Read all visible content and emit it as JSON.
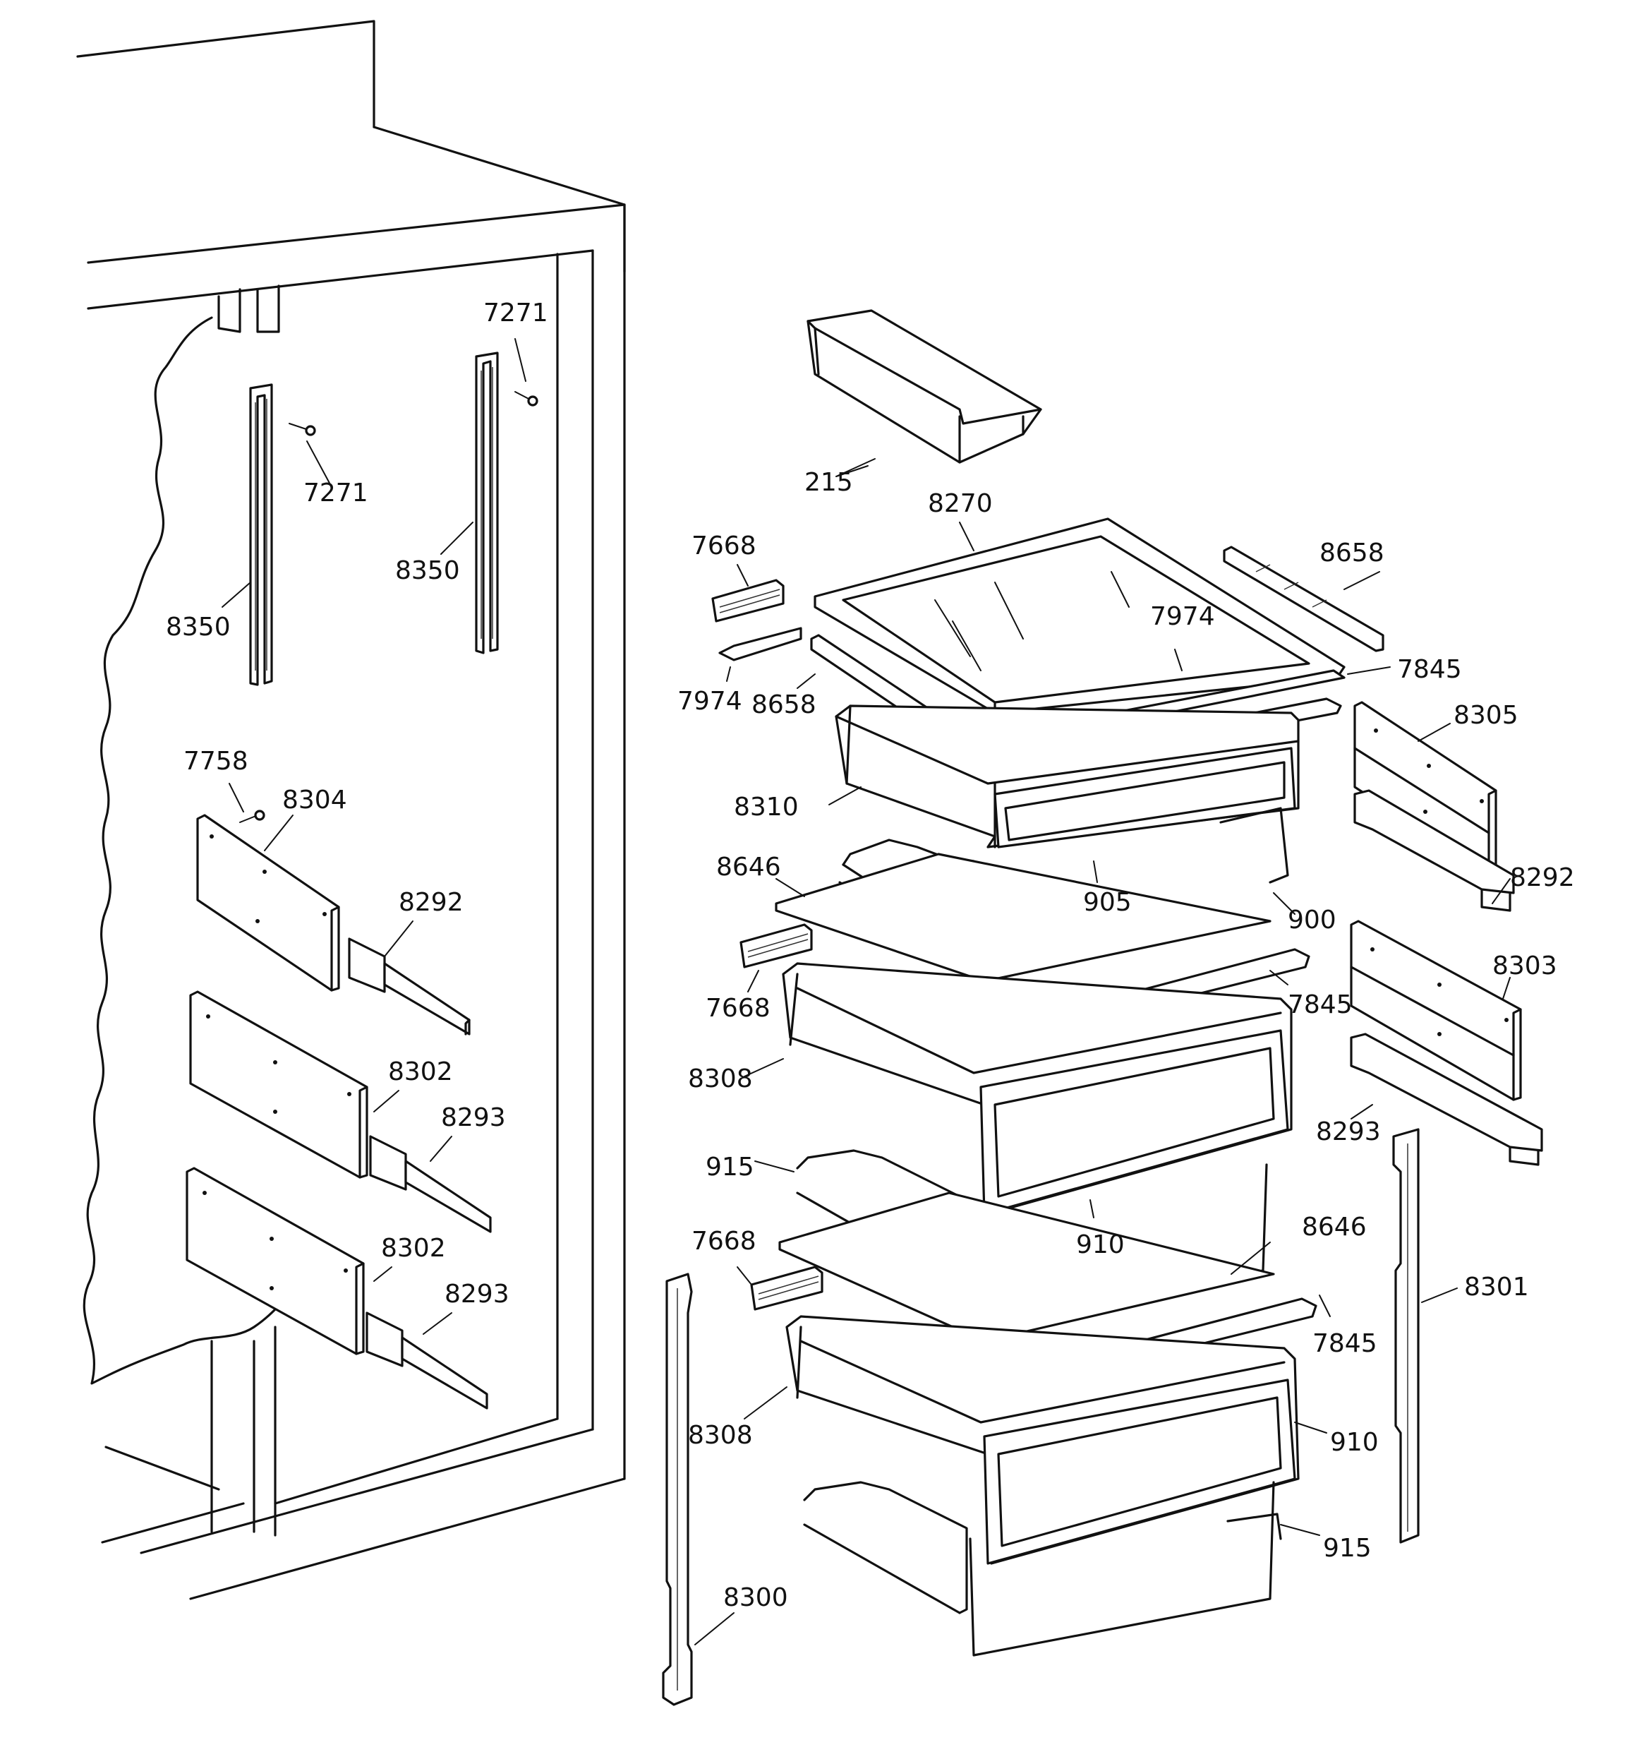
{
  "labels": {
    "l215": "215",
    "l8270": "8270",
    "l7668a": "7668",
    "l8658a": "8658",
    "l7974a": "7974",
    "l7974b": "7974",
    "l8658b": "8658",
    "l7845a": "7845",
    "l8310": "8310",
    "l8305": "8305",
    "l8646a": "8646",
    "l905": "905",
    "l900": "900",
    "l8292b": "8292",
    "l7668b": "7668",
    "l7845b": "7845",
    "l8303": "8303",
    "l8308a": "8308",
    "l8293c": "8293",
    "l915a": "915",
    "l910a": "910",
    "l8646b": "8646",
    "l7668c": "7668",
    "l8301": "8301",
    "l7845c": "7845",
    "l8308b": "8308",
    "l910b": "910",
    "l915b": "915",
    "l8300": "8300",
    "l7271a": "7271",
    "l7271b": "7271",
    "l8350a": "8350",
    "l8350b": "8350",
    "l7758": "7758",
    "l8304": "8304",
    "l8292a": "8292",
    "l8302a": "8302",
    "l8293a": "8293",
    "l8302b": "8302",
    "l8293b": "8293"
  }
}
